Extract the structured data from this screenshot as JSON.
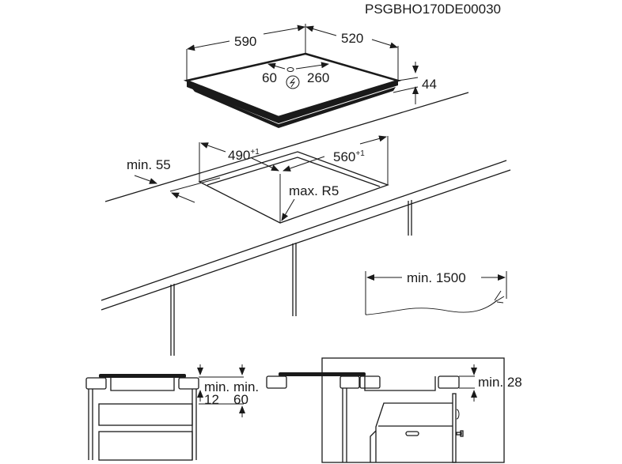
{
  "code": "PSGBHO170DE00030",
  "hob": {
    "width": "590",
    "depth": "520",
    "height": "44",
    "left_offset": "60",
    "right_offset": "260"
  },
  "cutout": {
    "width": "490",
    "width_tol": "+1",
    "depth": "560",
    "depth_tol": "+1",
    "front_min": "min. 55",
    "radius": "max. R5"
  },
  "cable": {
    "length": "min. 1500"
  },
  "section_drawer": {
    "gap_label": "min.",
    "gap_value": "12",
    "depth_label": "min.",
    "depth_value": "60"
  },
  "section_oven": {
    "gap": "min. 28"
  }
}
